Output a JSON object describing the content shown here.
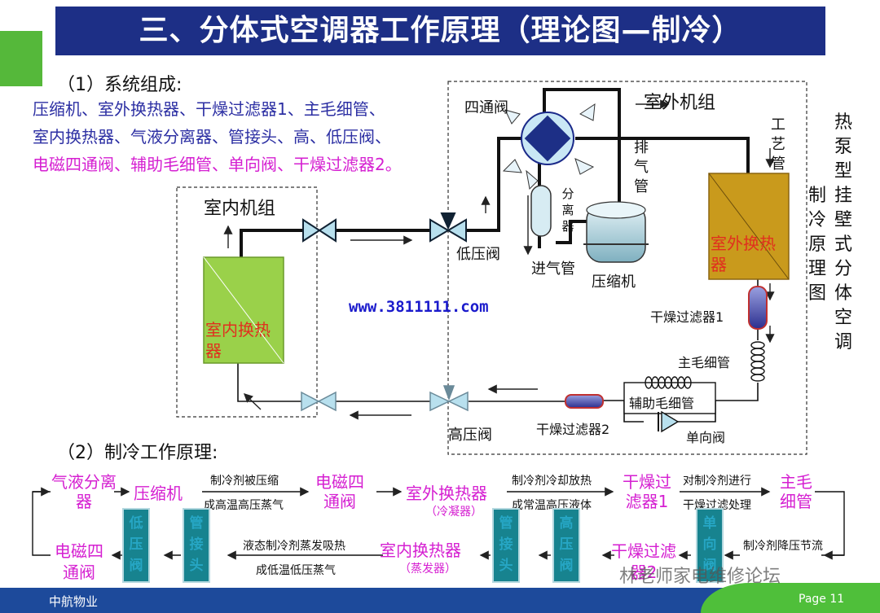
{
  "title": "三、分体式空调器工作原理（理论图—制冷）",
  "section1": {
    "heading": "（1）系统组成:",
    "line1": "压缩机、室外换热器、干燥过滤器1、主毛细管、",
    "line2": "室内换热器、气液分离器、管接头、高、低压阀、",
    "line3": "电磁四通阀、辅助毛细管、单向阀、干燥过滤器2。"
  },
  "diagram": {
    "indoor_unit": "室内机组",
    "outdoor_unit": "室外机组",
    "four_way_valve": "四通阀",
    "exhaust_pipe": "排气管",
    "process_pipe": "工艺管",
    "separator": "分离器",
    "compressor": "压缩机",
    "intake_pipe": "进气管",
    "low_pressure_valve": "低压阀",
    "high_pressure_valve": "高压阀",
    "outdoor_hx": "室外换热器",
    "indoor_hx": "室内换热器",
    "dryer1": "干燥过滤器1",
    "dryer2": "干燥过滤器2",
    "main_capillary": "主毛细管",
    "aux_capillary": "辅助毛细管",
    "check_valve": "单向阀",
    "url": "www.3811111.com",
    "side_label_a": "制冷原理图",
    "side_label_b": "热泵型挂壁式分体空调"
  },
  "section2": {
    "heading": "（2）制冷工作原理:",
    "flow": {
      "separator": "气液分离器",
      "compressor": "压缩机",
      "note1_top": "制冷剂被压缩",
      "note1_bottom": "成高温高压蒸气",
      "solenoid_top": "电磁四通阀",
      "outdoor_hx": "室外换热器",
      "condenser": "（冷凝器）",
      "note2_top": "制冷剂冷却放热",
      "note2_bottom": "成常温高压液体",
      "dryer1": "干燥过滤器1",
      "note3_top": "对制冷剂进行",
      "note3_bottom": "干燥过滤处理",
      "main_capillary": "主毛细管",
      "note4": "制冷剂降压节流",
      "dryer2": "干燥过滤器2",
      "indoor_hx": "室内换热器",
      "evaporator": "（蒸发器）",
      "note5_top": "液态制冷剂蒸发吸热",
      "note5_bottom": "成低温低压蒸气",
      "solenoid_bottom": "电磁四通阀",
      "block_low_valve": "低压阀",
      "block_joint": "管接头",
      "block_joint2": "管接头",
      "block_high_valve": "高压阀",
      "block_check": "单向阀"
    }
  },
  "footer": {
    "left": "中航物业",
    "page": "Page 11",
    "watermark": "林老师家电维修论坛"
  },
  "colors": {
    "title_bg": "#1d2f86",
    "accent_green": "#55b83a",
    "blue_text": "#2c2fa3",
    "magenta_text": "#d51fd1",
    "red_text": "#e0301e",
    "teal_block": "#17838f",
    "indoor_hx": "#9ad14a",
    "outdoor_hx": "#c99a1c"
  }
}
